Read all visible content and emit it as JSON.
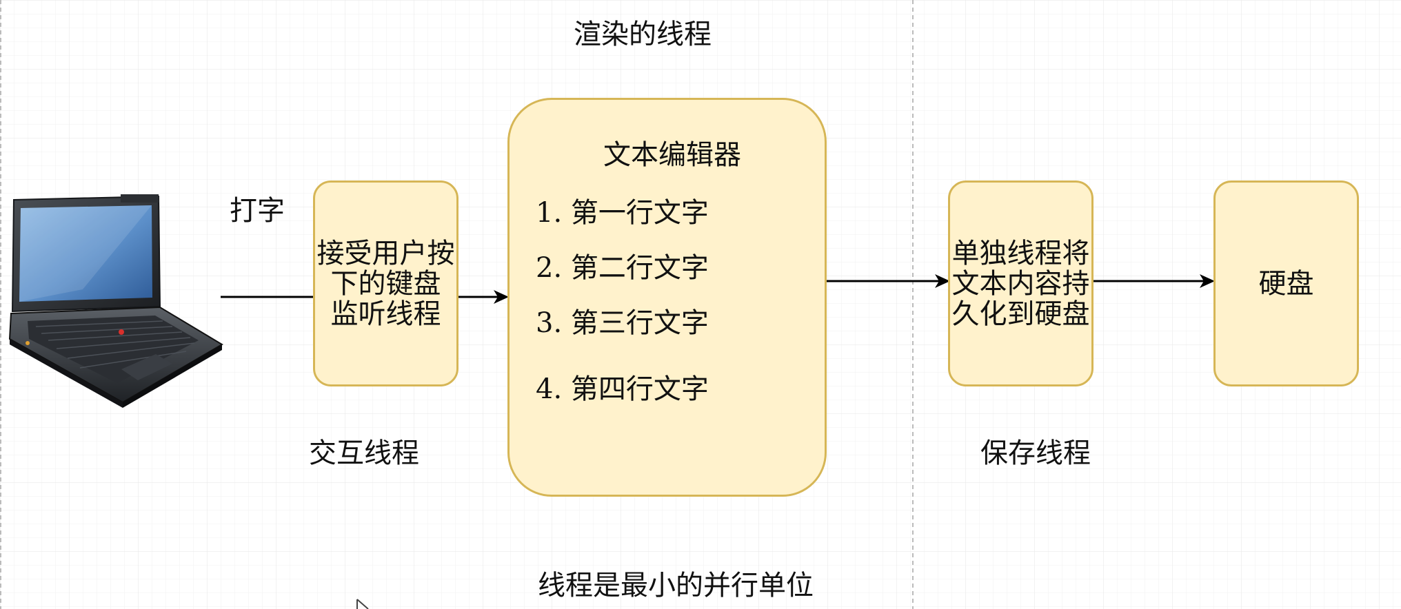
{
  "labels": {
    "render_thread": "渲染的线程",
    "typing": "打字",
    "interaction_thread": "交互线程",
    "save_thread": "保存线程",
    "footer": "线程是最小的并行单位"
  },
  "boxes": {
    "keyboard_listener": "接受用户按\n下的键盘\n监听线程",
    "editor_title": "文本编辑器",
    "editor_lines": [
      "1. 第一行文字",
      "2. 第二行文字",
      "3. 第三行文字",
      "4. 第四行文字"
    ],
    "persist": "单独线程将\n文本内容持\n久化到硬盘",
    "disk": "硬盘"
  },
  "colors": {
    "box_fill": "#fff2cc",
    "box_stroke": "#d6b656",
    "grid": "#eeeeee",
    "divider": "#bbbbbb",
    "arrow": "#000000"
  }
}
